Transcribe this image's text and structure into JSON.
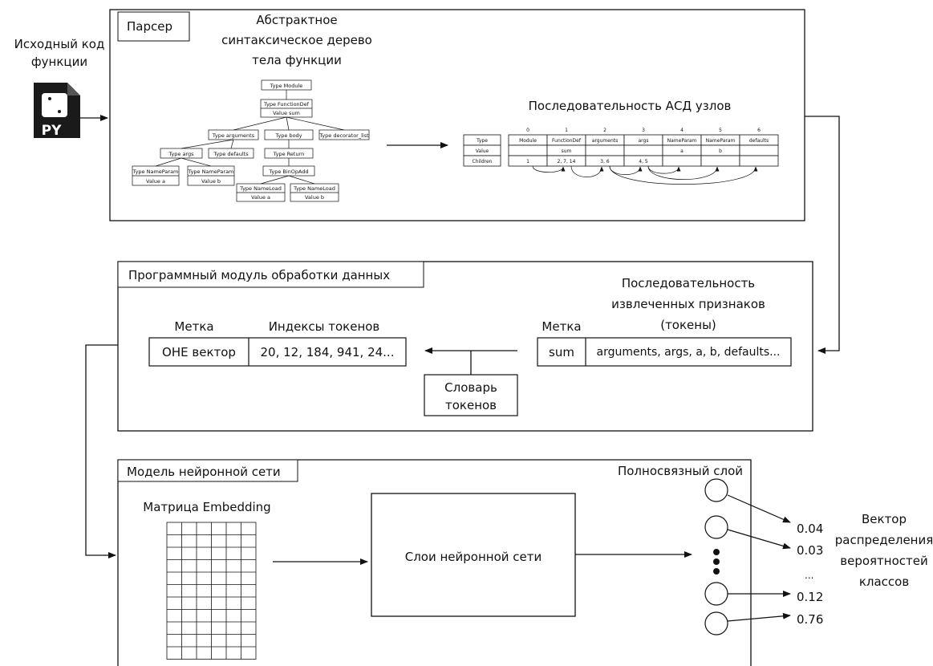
{
  "input": {
    "label_line1": "Исходный код",
    "label_line2": "функции",
    "file_badge": "PY",
    "icon": "python-file-icon"
  },
  "parser": {
    "title": "Парсер",
    "ast_title_line1": "Абстрактное",
    "ast_title_line2": "синтаксическое дерево",
    "ast_title_line3": "тела функции",
    "tree": {
      "module": "Type Module",
      "functiondef_type": "Type FunctionDef",
      "functiondef_value": "Value sum",
      "arguments": "Type arguments",
      "body": "Type body",
      "decorator_list": "Type decorator_list",
      "args": "Type args",
      "defaults": "Type defaults",
      "return": "Type Return",
      "nameparam_a_type": "Type NameParam",
      "nameparam_a_value": "Value a",
      "nameparam_b_type": "Type NameParam",
      "nameparam_b_value": "Value b",
      "binopadd": "Type BinOpAdd",
      "nameload_a_type": "Type NameLoad",
      "nameload_a_value": "Value a",
      "nameload_b_type": "Type NameLoad",
      "nameload_b_value": "Value b"
    },
    "sequence_title": "Последовательность АСД узлов",
    "sequence": {
      "row_headers": [
        "Type",
        "Value",
        "Children"
      ],
      "indices": [
        "0",
        "1",
        "2",
        "3",
        "4",
        "5",
        "6"
      ],
      "types": [
        "Module",
        "FunctionDef",
        "arguments",
        "args",
        "NameParam",
        "NameParam",
        "defaults"
      ],
      "values": [
        "",
        "sum",
        "",
        "",
        "a",
        "b",
        ""
      ],
      "children": [
        "1",
        "2, 7, 14",
        "3, 6",
        "4, 5",
        "",
        "",
        ""
      ]
    }
  },
  "processing": {
    "title": "Программный модуль обработки данных",
    "left_label_header": "Метка",
    "left_indices_header": "Индексы токенов",
    "left_label_value": "OHE вектор",
    "left_indices_value": "20, 12, 184, 941, 24...",
    "right_title_line1": "Последовательность",
    "right_title_line2": "извлеченных признаков",
    "right_title_line3": "(токены)",
    "right_label_header": "Метка",
    "right_label_value": "sum",
    "right_tokens_value": "arguments, args, a, b, defaults...",
    "vocab_line1": "Словарь",
    "vocab_line2": "токенов"
  },
  "network": {
    "title": "Модель нейронной сети",
    "embedding_label": "Матрица Embedding",
    "layers_label": "Слои нейронной сети",
    "dense_label": "Полносвязный слой",
    "outputs": [
      "0.04",
      "0.03",
      "...",
      "0.12",
      "0.76"
    ],
    "result_line1": "Вектор",
    "result_line2": "распределения",
    "result_line3": "вероятностей",
    "result_line4": "классов"
  }
}
